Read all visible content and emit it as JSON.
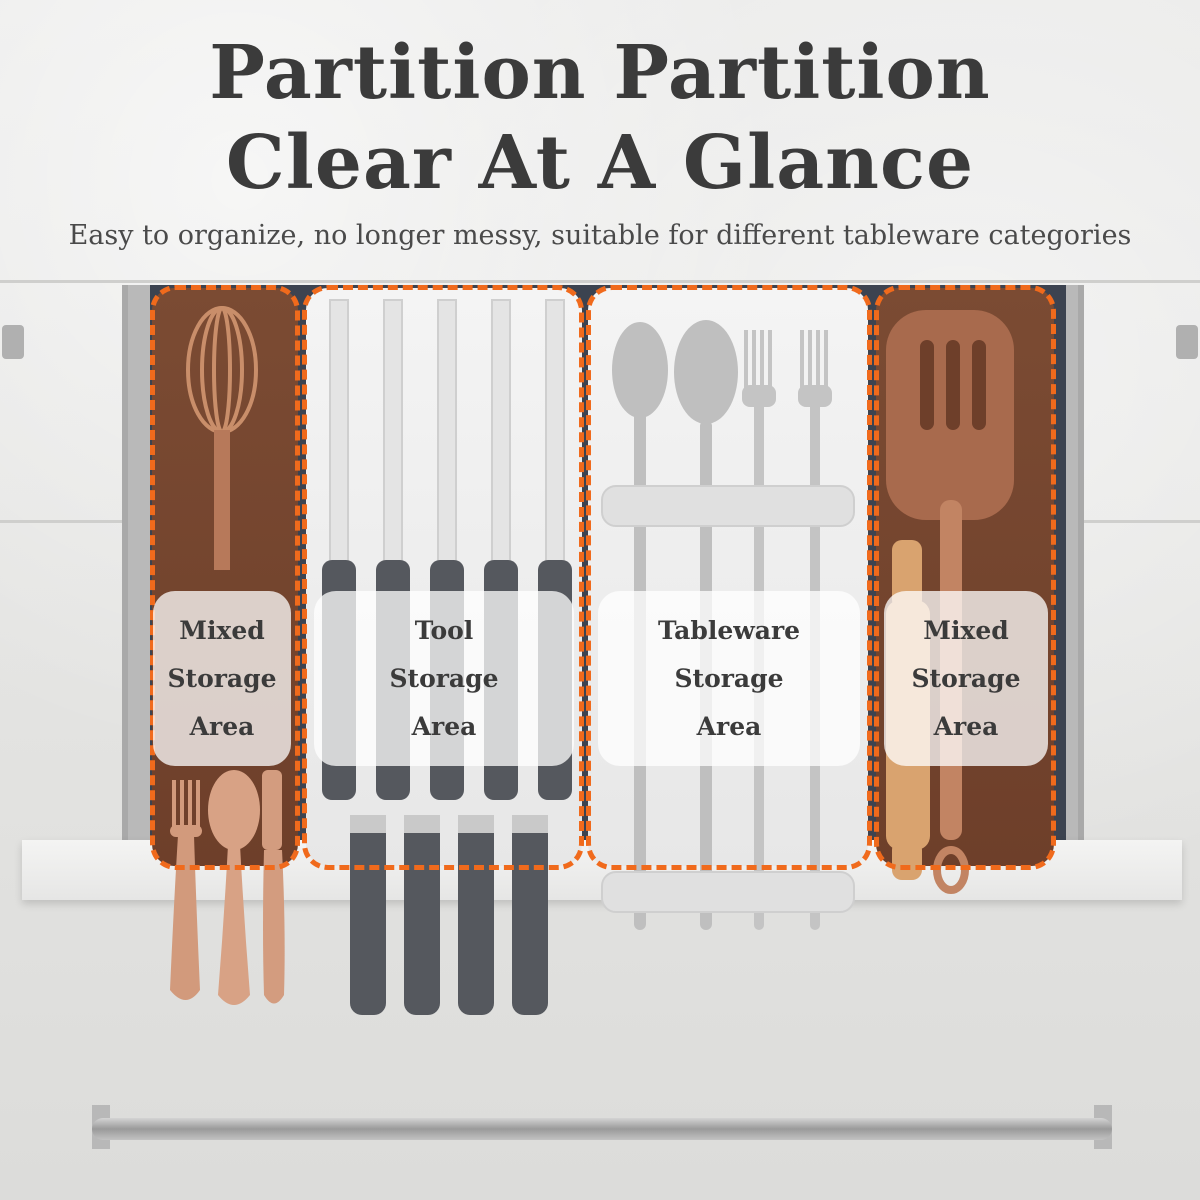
{
  "title": {
    "line1": "Partition Partition",
    "line2": "Clear At A Glance"
  },
  "subtitle": "Easy to organize, no longer messy, suitable for different tableware categories",
  "areas": [
    {
      "line1": "Mixed",
      "line2": "Storage",
      "line3": "Area"
    },
    {
      "line1": "Tool",
      "line2": "Storage",
      "line3": "Area"
    },
    {
      "line1": "Tableware",
      "line2": "Storage",
      "line3": "Area"
    },
    {
      "line1": "Mixed",
      "line2": "Storage",
      "line3": "Area"
    }
  ],
  "colors": {
    "accent_dash": "#f06a1c",
    "tray_brown": "#6e3f2a",
    "tray_white": "#f1f1f1",
    "title_text": "#3b3b3b"
  },
  "icons": [
    "whisk-icon",
    "knife-icon",
    "spoon-icon",
    "fork-icon",
    "spatula-icon",
    "rolling-pin-icon"
  ]
}
